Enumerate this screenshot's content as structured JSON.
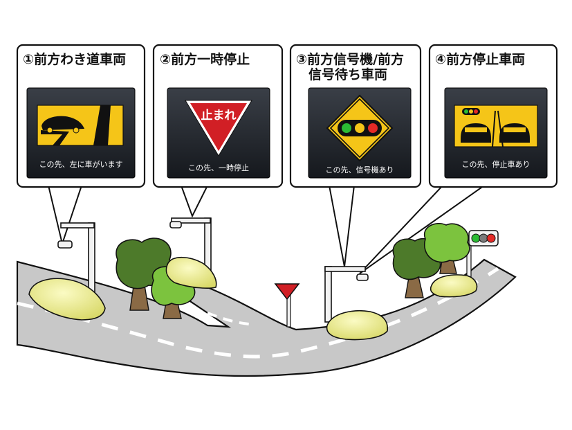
{
  "panels": [
    {
      "title": "①前方わき道車両",
      "caption": "この先、左に車がいます"
    },
    {
      "title": "②前方一時停止",
      "caption": "この先、一時停止",
      "sign_text": "止まれ"
    },
    {
      "title_line1": "③前方信号機/前方",
      "title_line2": "信号待ち車両",
      "caption": "この先、信号機あり"
    },
    {
      "title": "④前方停止車両",
      "caption": "この先、停止車あり"
    }
  ],
  "colors": {
    "road": "#c8c8c8",
    "sign_yellow": "#f5c518",
    "display_dark": "#1e232b",
    "stop_red": "#d11f25",
    "car_yellow": "#ecec88",
    "tree_dark": "#4d7a2a",
    "tree_light": "#7cc33e",
    "trunk": "#8a6a45"
  }
}
